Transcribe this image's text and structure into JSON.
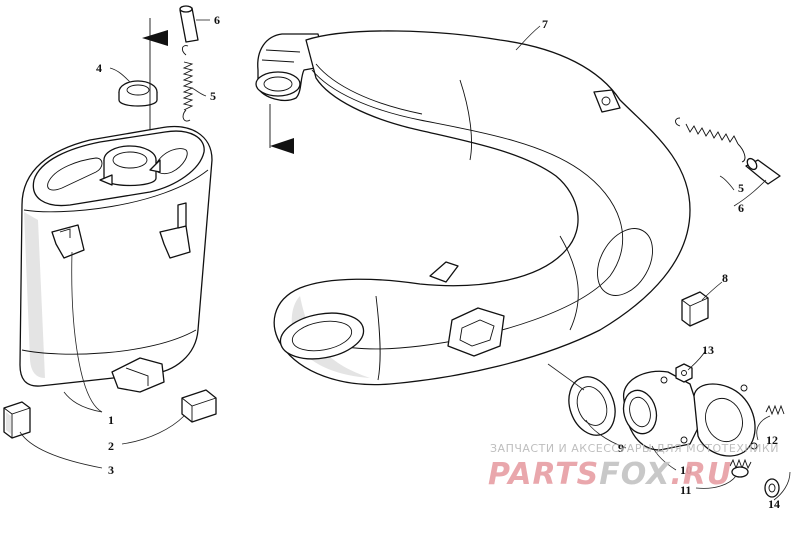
{
  "diagram": {
    "callouts": [
      {
        "id": "1",
        "label": "1"
      },
      {
        "id": "2",
        "label": "2"
      },
      {
        "id": "3",
        "label": "3"
      },
      {
        "id": "4",
        "label": "4"
      },
      {
        "id": "5a",
        "label": "5"
      },
      {
        "id": "5b",
        "label": "5"
      },
      {
        "id": "6a",
        "label": "6"
      },
      {
        "id": "6b",
        "label": "6"
      },
      {
        "id": "7",
        "label": "7"
      },
      {
        "id": "8",
        "label": "8"
      },
      {
        "id": "9",
        "label": "9"
      },
      {
        "id": "10",
        "label": "10"
      },
      {
        "id": "11",
        "label": "11"
      },
      {
        "id": "12",
        "label": "12"
      },
      {
        "id": "13",
        "label": "13"
      },
      {
        "id": "14",
        "label": "14"
      }
    ]
  },
  "watermark": {
    "caption": "ЗАПЧАСТИ И АКСЕССУАРЫ ДЛЯ МОТОТЕХНИКИ",
    "logo_part1": "PARTS",
    "logo_part2": "FOX",
    "logo_part3": ".RU",
    "colors": {
      "red": "#e8a0a6",
      "grey": "#c4c4c4"
    }
  }
}
